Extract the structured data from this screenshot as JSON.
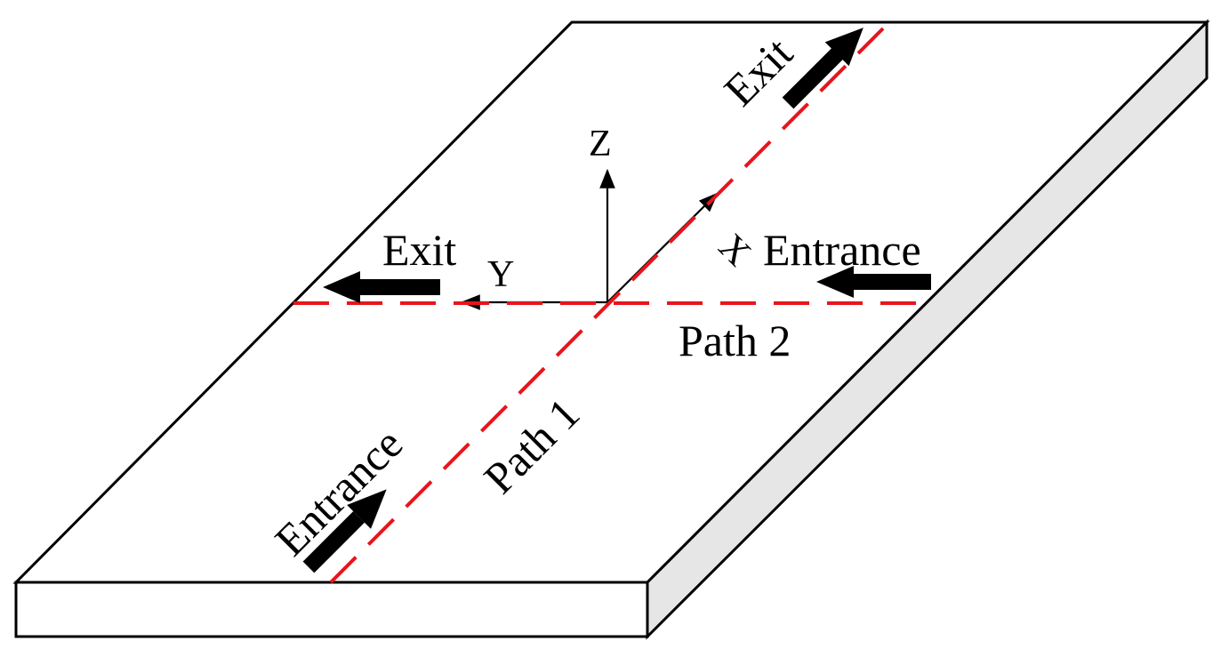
{
  "labels": {
    "path1": "Path 1",
    "path2": "Path 2",
    "path1_entrance": "Entrance",
    "path1_exit": "Exit",
    "path2_entrance": "Entrance",
    "path2_exit": "Exit"
  },
  "axes": {
    "x": "X",
    "y": "Y",
    "z": "Z"
  },
  "colors": {
    "path_line": "#e8141c",
    "plate_side": "#e6e6e6",
    "outline": "#000000"
  }
}
